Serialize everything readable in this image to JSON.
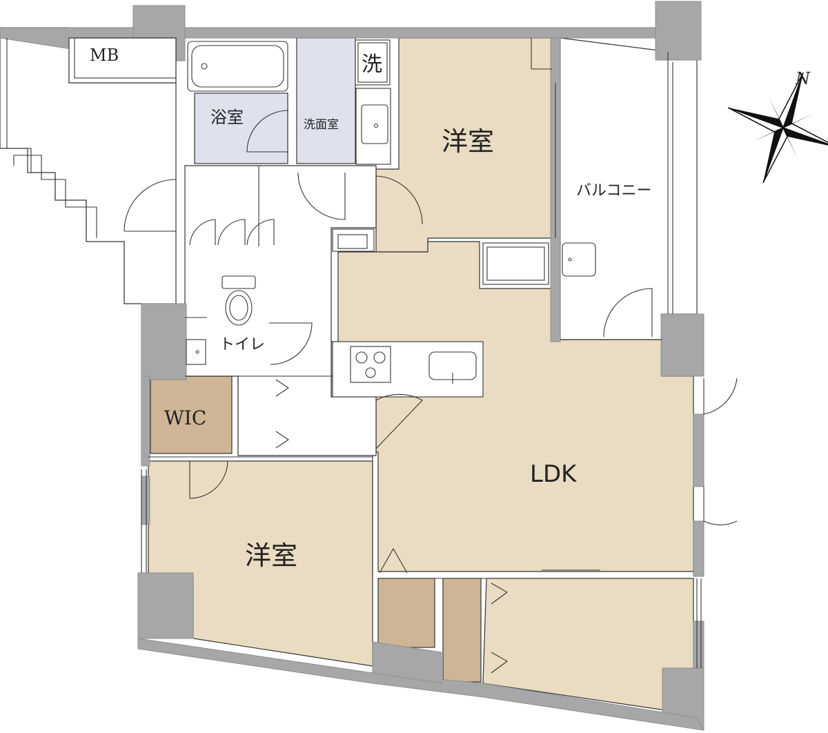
{
  "rooms": {
    "mb": "MB",
    "bath": "浴室",
    "washroom": "洗面室",
    "washer_mark": "洗",
    "western_room_north": "洋室",
    "balcony": "バルコニー",
    "toilet": "トイレ",
    "wic": "WIC",
    "ldk": "LDK",
    "western_room_south": "洋室"
  },
  "compass": {
    "north_label": "N"
  },
  "colors": {
    "floor": "#e9dcc2",
    "storage": "#cdb596",
    "wet_area": "#dfe2ec",
    "wall": "#a7a7a9"
  }
}
